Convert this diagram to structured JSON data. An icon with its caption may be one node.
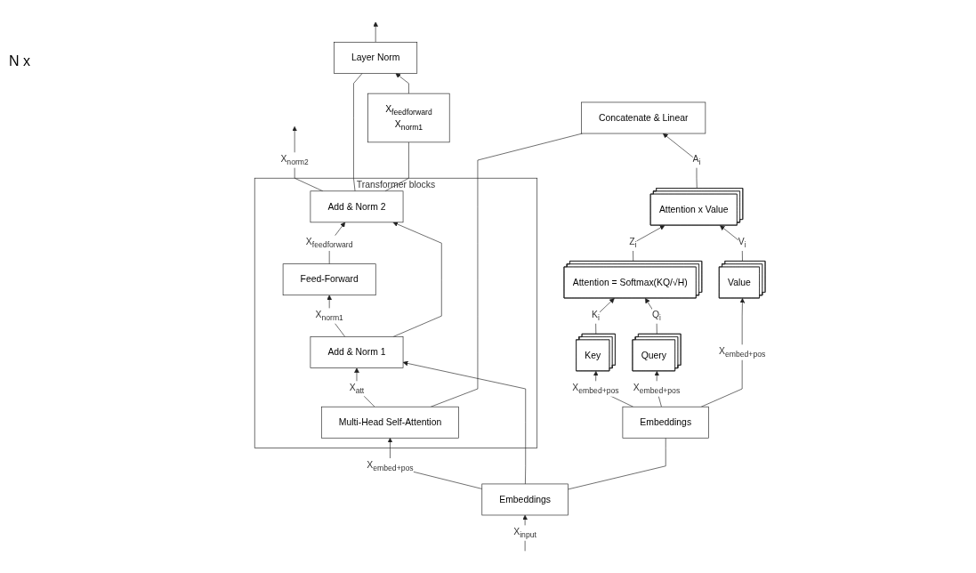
{
  "diagram": {
    "nodes": [
      {
        "text": [
          "Transformer blocks"
        ]
      },
      {
        "text": [
          "Add & Norm 2"
        ],
        "in": 0
      },
      {
        "text": [
          "Feed-Forward"
        ],
        "in": 0
      },
      {
        "text": [
          "Add & Norm 1"
        ],
        "in": 0
      },
      {
        "text": [
          "Multi-Head Self-Attention"
        ],
        "in": 0
      },
      {
        "text": [
          "Embeddings"
        ]
      },
      {
        "text": [
          "Layer Norm"
        ]
      },
      {
        "text": [
          "X$_{feedforward}$",
          "X$_{norm1}$"
        ]
      },
      {
        "text": [
          "Concatenate & Linear"
        ]
      },
      {
        "text": [
          "Attention x Value"
        ]
      },
      {
        "text": [
          "Attention = Softmax(KQ/√H)"
        ]
      },
      {
        "text": [
          "Key"
        ]
      },
      {
        "text": [
          "Query"
        ]
      },
      {
        "text": [
          "Value"
        ]
      },
      {
        "text": [
          "Embeddings"
        ]
      }
    ],
    "edges": [
      {
        "from": null,
        "to": 5,
        "arrow": "to",
        "label": "X$_{input}$"
      },
      {
        "from": 5,
        "to": 4,
        "arrow": "to",
        "label": "X$_{embed+pos}$"
      },
      {
        "from": 5,
        "to": 3,
        "arrow": "to"
      },
      {
        "from": 4,
        "to": 3,
        "arrow": "to",
        "label": "X$_{att}$"
      },
      {
        "from": 3,
        "to": 2,
        "arrow": "to",
        "label": "X$_{norm1}$"
      },
      {
        "from": 3,
        "to": 1,
        "arrow": "to"
      },
      {
        "from": 2,
        "to": 1,
        "arrow": "to",
        "label": "X$_{feedforward}$"
      },
      {
        "from": 1,
        "to": null,
        "arrow": "to",
        "label": "X$_{norm2}$"
      },
      {
        "from": 7,
        "to": 6,
        "arrow": "to"
      },
      {
        "from": 6,
        "to": null,
        "arrow": "to"
      },
      {
        "from": 14,
        "to": 11,
        "arrow": "to",
        "label": "X$_{embed+pos}$"
      },
      {
        "from": 14,
        "to": 12,
        "arrow": "to",
        "label": "X$_{embed+pos}$"
      },
      {
        "from": 14,
        "to": 13,
        "arrow": "to",
        "label": "X$_{embed+pos}$"
      },
      {
        "from": 11,
        "to": 10,
        "arrow": "to",
        "label": "K$_{i}$"
      },
      {
        "from": 12,
        "to": 10,
        "arrow": "to",
        "label": "Q$_{i}$"
      },
      {
        "from": 13,
        "to": 9,
        "arrow": "to",
        "label": "V$_{i}$"
      },
      {
        "from": 10,
        "to": 9,
        "arrow": "to",
        "label": "Z$_{i}$"
      },
      {
        "from": 9,
        "to": 8,
        "arrow": "to",
        "label": "A$_{i}$"
      },
      {
        "from": 1,
        "to": 6,
        "arrow": "none"
      },
      {
        "from": 1,
        "to": 7,
        "arrow": "none"
      },
      {
        "from": 4,
        "to": 8,
        "arrow": "none"
      },
      {
        "from": 5,
        "to": 14,
        "arrow": "none"
      }
    ],
    "labels": [
      "N x"
    ]
  }
}
